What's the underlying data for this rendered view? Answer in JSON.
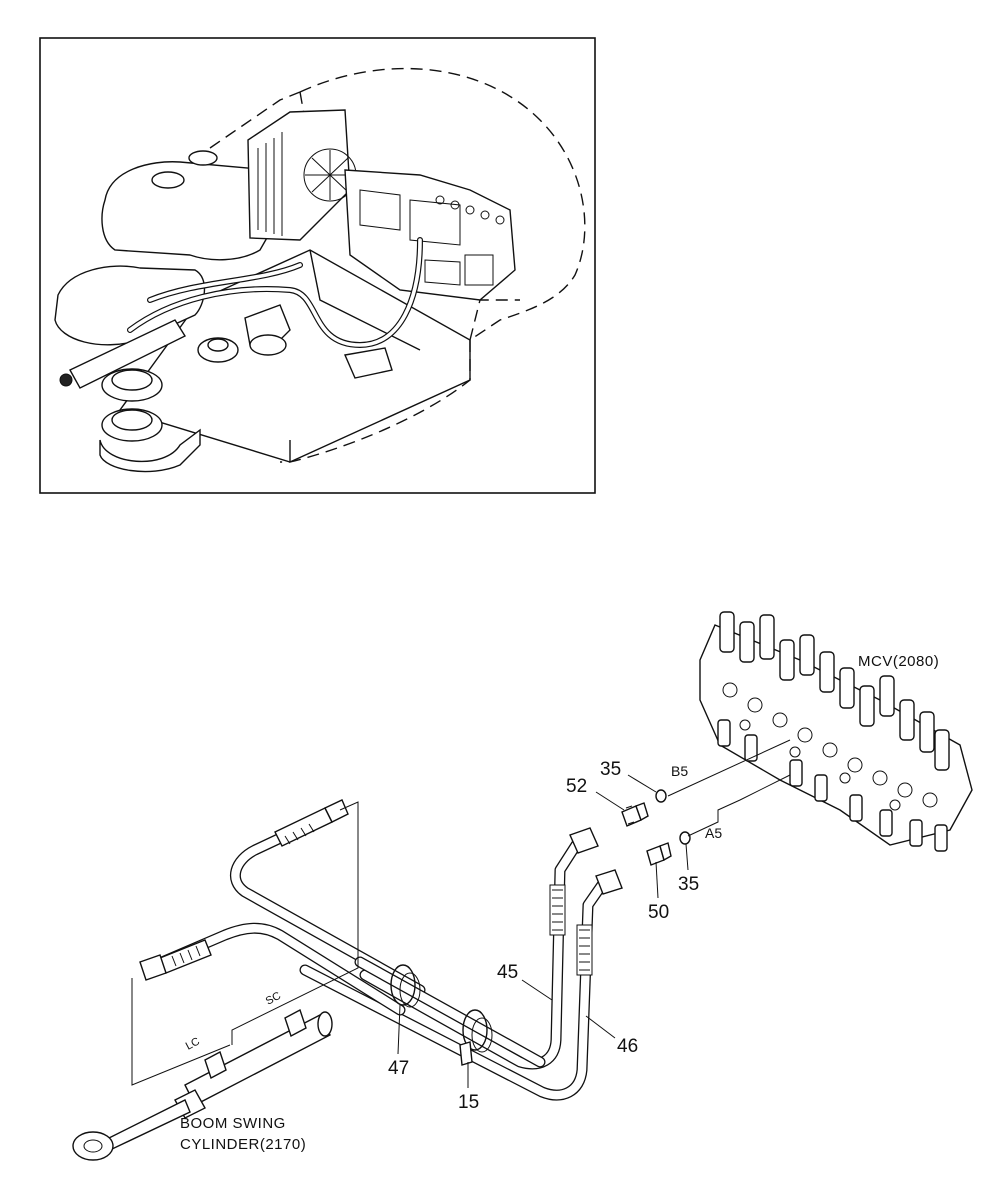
{
  "diagram": {
    "labels": {
      "mcv": "MCV(2080)",
      "port_b5": "B5",
      "port_a5": "A5",
      "port_sc": "SC",
      "port_lc": "LC",
      "cylinder_line1": "BOOM SWING",
      "cylinder_line2": "CYLINDER(2170)"
    },
    "callouts": {
      "p35_top": "35",
      "p35_bottom": "35",
      "p52": "52",
      "p50": "50",
      "p45": "45",
      "p46": "46",
      "p47": "47",
      "p15": "15"
    }
  }
}
